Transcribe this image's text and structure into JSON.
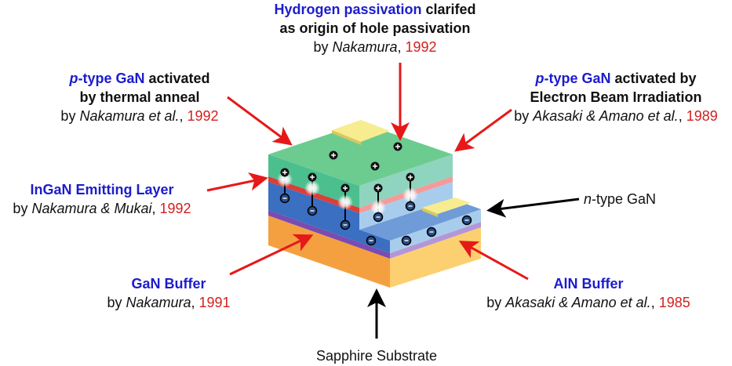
{
  "colors": {
    "highlight_blue": "#1c1ccc",
    "year_red": "#d42020",
    "arrow_red": "#e61919"
  },
  "hydrogen": {
    "term": "Hydrogen passivation",
    "rest": " clarifed",
    "line2": "as origin of hole passivation",
    "by": "by ",
    "author": "Nakamura",
    "sep": ", ",
    "year": "1992"
  },
  "thermal": {
    "p": "p",
    "term": "-type GaN",
    "rest": " activated",
    "line2": "by thermal anneal",
    "by": "by ",
    "author": "Nakamura et al.",
    "sep": ", ",
    "year": "1992"
  },
  "ebeam": {
    "p": "p",
    "term": "-type GaN",
    "rest": " activated by",
    "line2": "Electron Beam Irradiation",
    "by": "by ",
    "author": "Akasaki & Amano et al.",
    "sep": ", ",
    "year": "1989"
  },
  "ingan": {
    "term": "InGaN Emitting Layer",
    "by": "by ",
    "author": "Nakamura & Mukai",
    "sep": ", ",
    "year": "1992"
  },
  "ntype": {
    "n": "n",
    "rest": "-type GaN"
  },
  "ganbuffer": {
    "term": "GaN Buffer",
    "by": "by ",
    "author": "Nakamura",
    "sep": ", ",
    "year": "1991"
  },
  "alnbuffer": {
    "term": "AlN Buffer",
    "by": "by ",
    "author": "Akasaki & Amano et al.",
    "sep": ", ",
    "year": "1985"
  },
  "substrate": {
    "label": "Sapphire Substrate"
  }
}
